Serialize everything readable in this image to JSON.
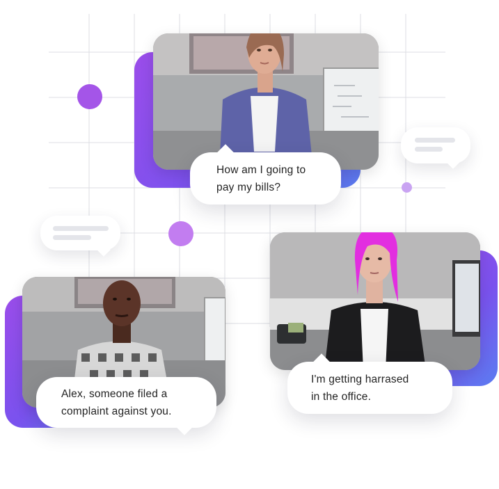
{
  "colors": {
    "accent_purple": "#9b4dea",
    "accent_blue": "#5b7cf0",
    "dot_purple": "#a455e8",
    "dot_light": "#c49af0",
    "grid": "#dcdde3"
  },
  "scenes": [
    {
      "character": "woman-blue-cardigan",
      "bubble": {
        "lines": [
          "How am I going to",
          "pay my bills?"
        ]
      }
    },
    {
      "character": "man-plaid-shirt",
      "bubble": {
        "lines": [
          "Alex, someone filed a",
          "complaint against you."
        ]
      }
    },
    {
      "character": "woman-pink-hair",
      "bubble": {
        "lines": [
          "I'm getting harrased",
          "in the office."
        ]
      }
    }
  ],
  "icons": [
    "chat-bubble-placeholder-icon",
    "chat-bubble-placeholder-icon"
  ]
}
